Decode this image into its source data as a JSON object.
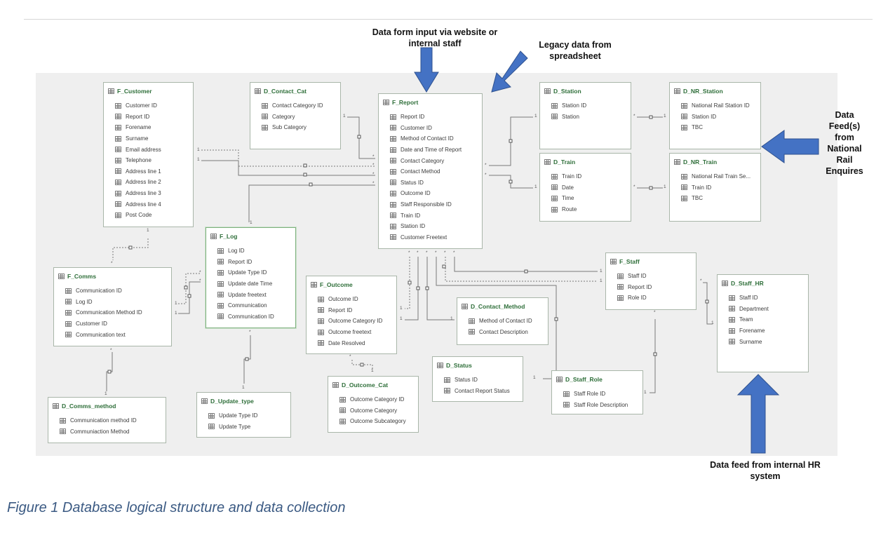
{
  "tables": {
    "f_customer": {
      "title": "F_Customer",
      "fields": [
        "Customer ID",
        "Report ID",
        "Forename",
        "Surname",
        "Email address",
        "Telephone",
        "Address line 1",
        "Address line 2",
        "Address line 3",
        "Address line 4",
        "Post Code"
      ]
    },
    "d_contact_cat": {
      "title": "D_Contact_Cat",
      "fields": [
        "Contact Category ID",
        "Category",
        "Sub Category"
      ]
    },
    "f_report": {
      "title": "F_Report",
      "fields": [
        "Report ID",
        "Customer ID",
        "Method of Contact ID",
        "Date and Time of Report",
        "Contact Category",
        "Contact Method",
        "Status ID",
        "Outcome ID",
        "Staff Responsible ID",
        "Train ID",
        "Station ID",
        "Customer Freetext"
      ]
    },
    "d_station": {
      "title": "D_Station",
      "fields": [
        "Station ID",
        "Station"
      ]
    },
    "d_nr_station": {
      "title": "D_NR_Station",
      "fields": [
        "National Rail Station ID",
        "Station ID",
        "TBC"
      ]
    },
    "d_train": {
      "title": "D_Train",
      "fields": [
        "Train ID",
        "Date",
        "Time",
        "Route"
      ]
    },
    "d_nr_train": {
      "title": "D_NR_Train",
      "fields": [
        "National Rail Train Se...",
        "Train ID",
        "TBC"
      ]
    },
    "f_log": {
      "title": "F_Log",
      "fields": [
        "Log ID",
        "Report ID",
        "Update Type ID",
        "Update date Time",
        "Update freetext",
        "Communication",
        "Communication ID"
      ]
    },
    "f_comms": {
      "title": "F_Comms",
      "fields": [
        "Communication ID",
        "Log ID",
        "Communication Method ID",
        "Customer ID",
        "Communication text"
      ]
    },
    "f_outcome": {
      "title": "F_Outcome",
      "fields": [
        "Outcome ID",
        "Report ID",
        "Outcome Category ID",
        "Outcome freetext",
        "Date Resolved"
      ]
    },
    "d_contact_method": {
      "title": "D_Contact_Method",
      "fields": [
        "Method of Contact ID",
        "Contact Description"
      ]
    },
    "f_staff": {
      "title": "F_Staff",
      "fields": [
        "Staff ID",
        "Report ID",
        "Role ID"
      ]
    },
    "d_staff_hr": {
      "title": "D_Staff_HR",
      "fields": [
        "Staff ID",
        "Department",
        "Team",
        "Forename",
        "Surname"
      ]
    },
    "d_status": {
      "title": "D_Status",
      "fields": [
        "Status ID",
        "Contact Report Status"
      ]
    },
    "d_staff_role": {
      "title": "D_Staff_Role",
      "fields": [
        "Staff Role ID",
        "Staff Role Description"
      ]
    },
    "d_outcome_cat": {
      "title": "D_Outcome_Cat",
      "fields": [
        "Outcome Category ID",
        "Outcome Category",
        "Outcome Subcategory"
      ]
    },
    "d_comms_method": {
      "title": "D_Comms_method",
      "fields": [
        "Communication method ID",
        "Communiaction Method"
      ]
    },
    "d_update_type": {
      "title": "D_Update_type",
      "fields": [
        "Update Type ID",
        "Update Type"
      ]
    }
  },
  "cardinality": {
    "one": "1",
    "many": "*"
  },
  "annotations": {
    "website_input": "Data form input via website or internal staff",
    "legacy_data": "Legacy data from spreadsheet",
    "national_rail": "Data Feed(s) from National Rail Enquires",
    "hr_feed": "Data feed from internal HR system"
  },
  "caption": "Figure 1 Database logical structure and data collection",
  "colors": {
    "arrow_fill": "#4472c4",
    "arrow_stroke": "#2f528f",
    "table_title": "#2f6f3a",
    "caption": "#3b5a83"
  },
  "icons": {
    "table": "table-icon"
  }
}
